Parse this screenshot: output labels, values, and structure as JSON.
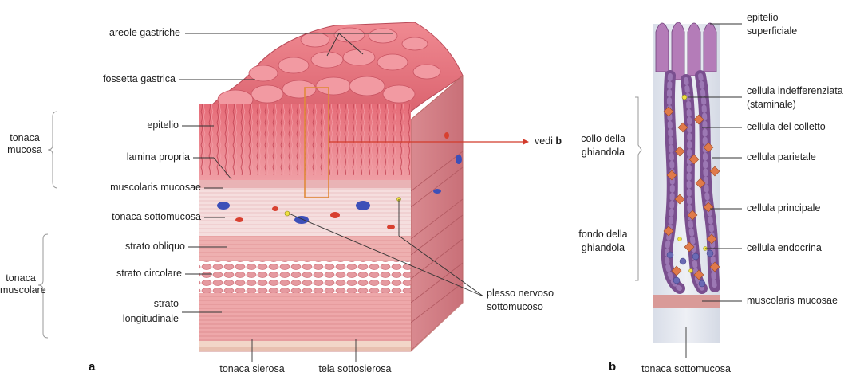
{
  "panel_a": {
    "letter": "a",
    "labels": {
      "areole": "areole gastriche",
      "fossetta": "fossetta gastrica",
      "tonaca_mucosa": "tonaca\nmucosa",
      "epitelio": "epitelio",
      "lamina": "lamina propria",
      "muscolaris": "muscolaris mucosae",
      "sottomucosa": "tonaca sottomucosa",
      "tonaca_muscolare": "tonaca\nmuscolare",
      "obliquo": "strato obliquo",
      "circolare": "strato circolare",
      "longitudinale": "strato\nlongitudinale",
      "sierosa": "tonaca sierosa",
      "sottosierosa": "tela sottosierosa",
      "plesso": "plesso nervoso\nsottomucoso",
      "vedi": "vedi",
      "vedi_ref": "b"
    }
  },
  "panel_b": {
    "letter": "b",
    "labels": {
      "epitelio_sup": "epitelio\nsuperficiale",
      "indiff": "cellula indefferenziata\n(staminale)",
      "colletto": "cellula del colletto",
      "parietale": "cellula parietale",
      "principale": "cellula principale",
      "endocrina": "cellula endocrina",
      "muscolaris": "muscolaris mucosae",
      "sottomucosa": "tonaca sottomucosa",
      "collo": "collo della\nghiandola",
      "fondo": "fondo della\nghiandola"
    }
  },
  "colors": {
    "mucosa": "#e8707a",
    "mucosa_dark": "#c94a58",
    "submucosa": "#f3d3d3",
    "muscle": "#e9a0a0",
    "gland_purple": "#7a4f8f",
    "gland_orange": "#e07a4a",
    "leader": "#333333",
    "vedi_arrow": "#d23a2a"
  }
}
